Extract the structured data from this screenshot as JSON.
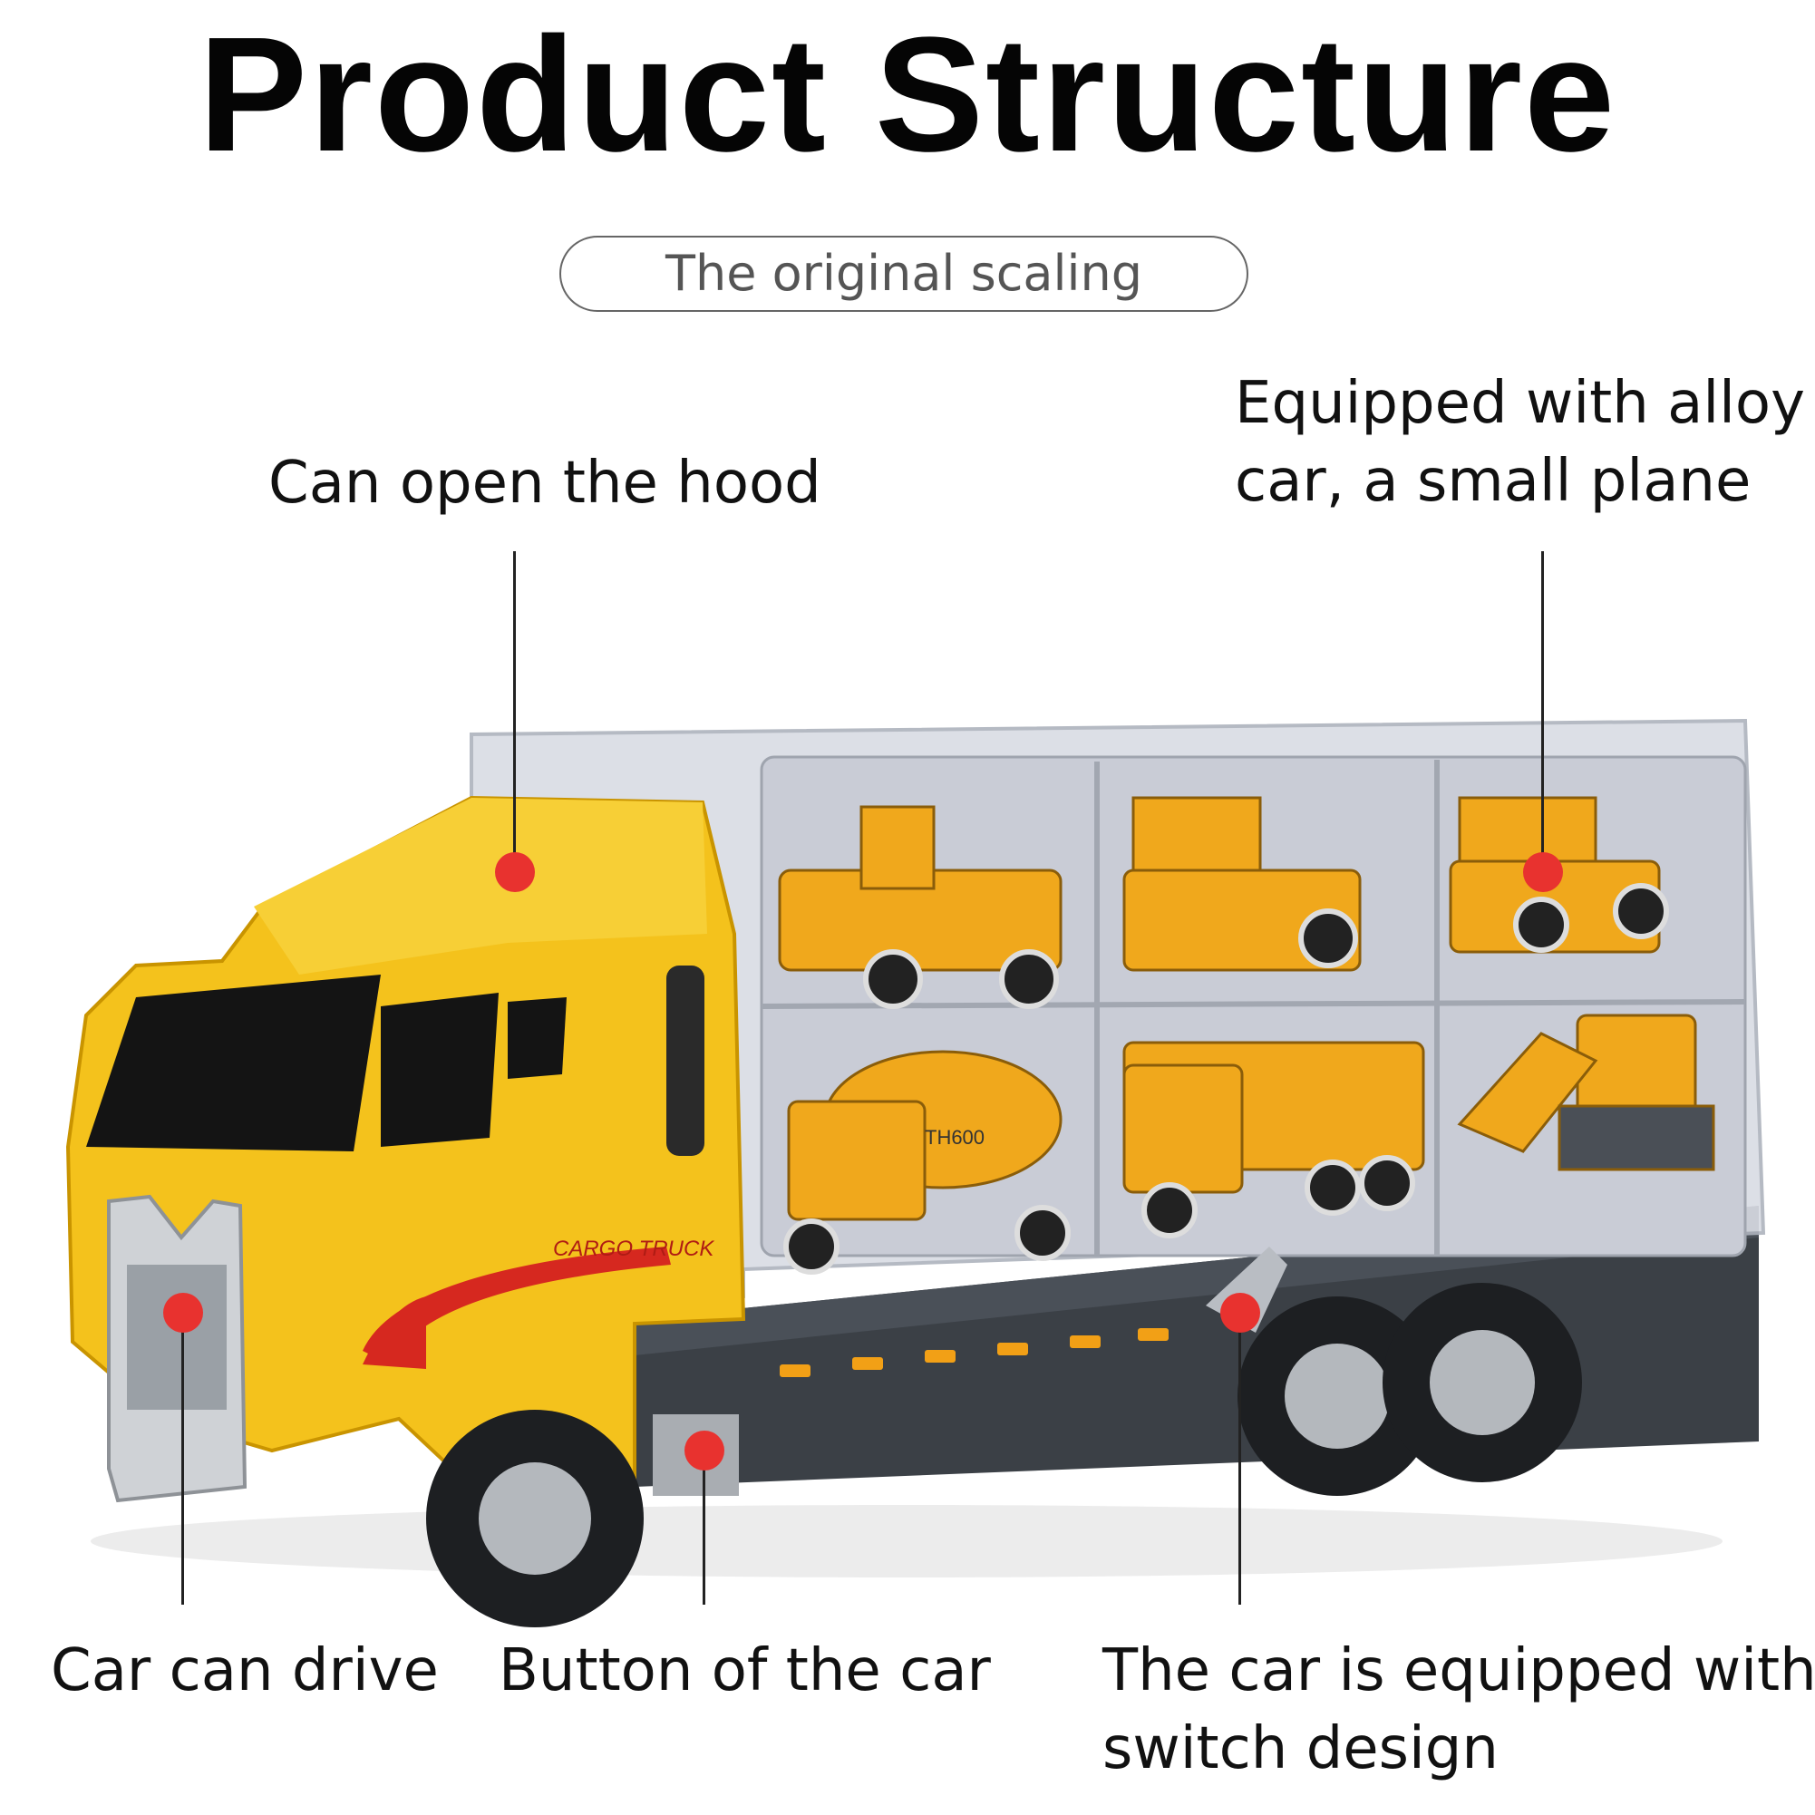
{
  "header": {
    "title": "Product Structure",
    "scale_tag": "The original scaling"
  },
  "callouts": {
    "hood": "Can open the hood",
    "alloy_line1": "Equipped with alloy",
    "alloy_line2": "car, a small plane",
    "drive": "Car can drive",
    "button": "Button of the car",
    "switch_line1": "The car is equipped with",
    "switch_line2": "switch design"
  },
  "truck_labels": {
    "side_text": "CARGO TRUCK",
    "mixer_text": "TH600"
  },
  "colors": {
    "accent_dot": "#e8322f",
    "truck_yellow": "#f4c21c",
    "chassis_gray": "#3b4046"
  }
}
